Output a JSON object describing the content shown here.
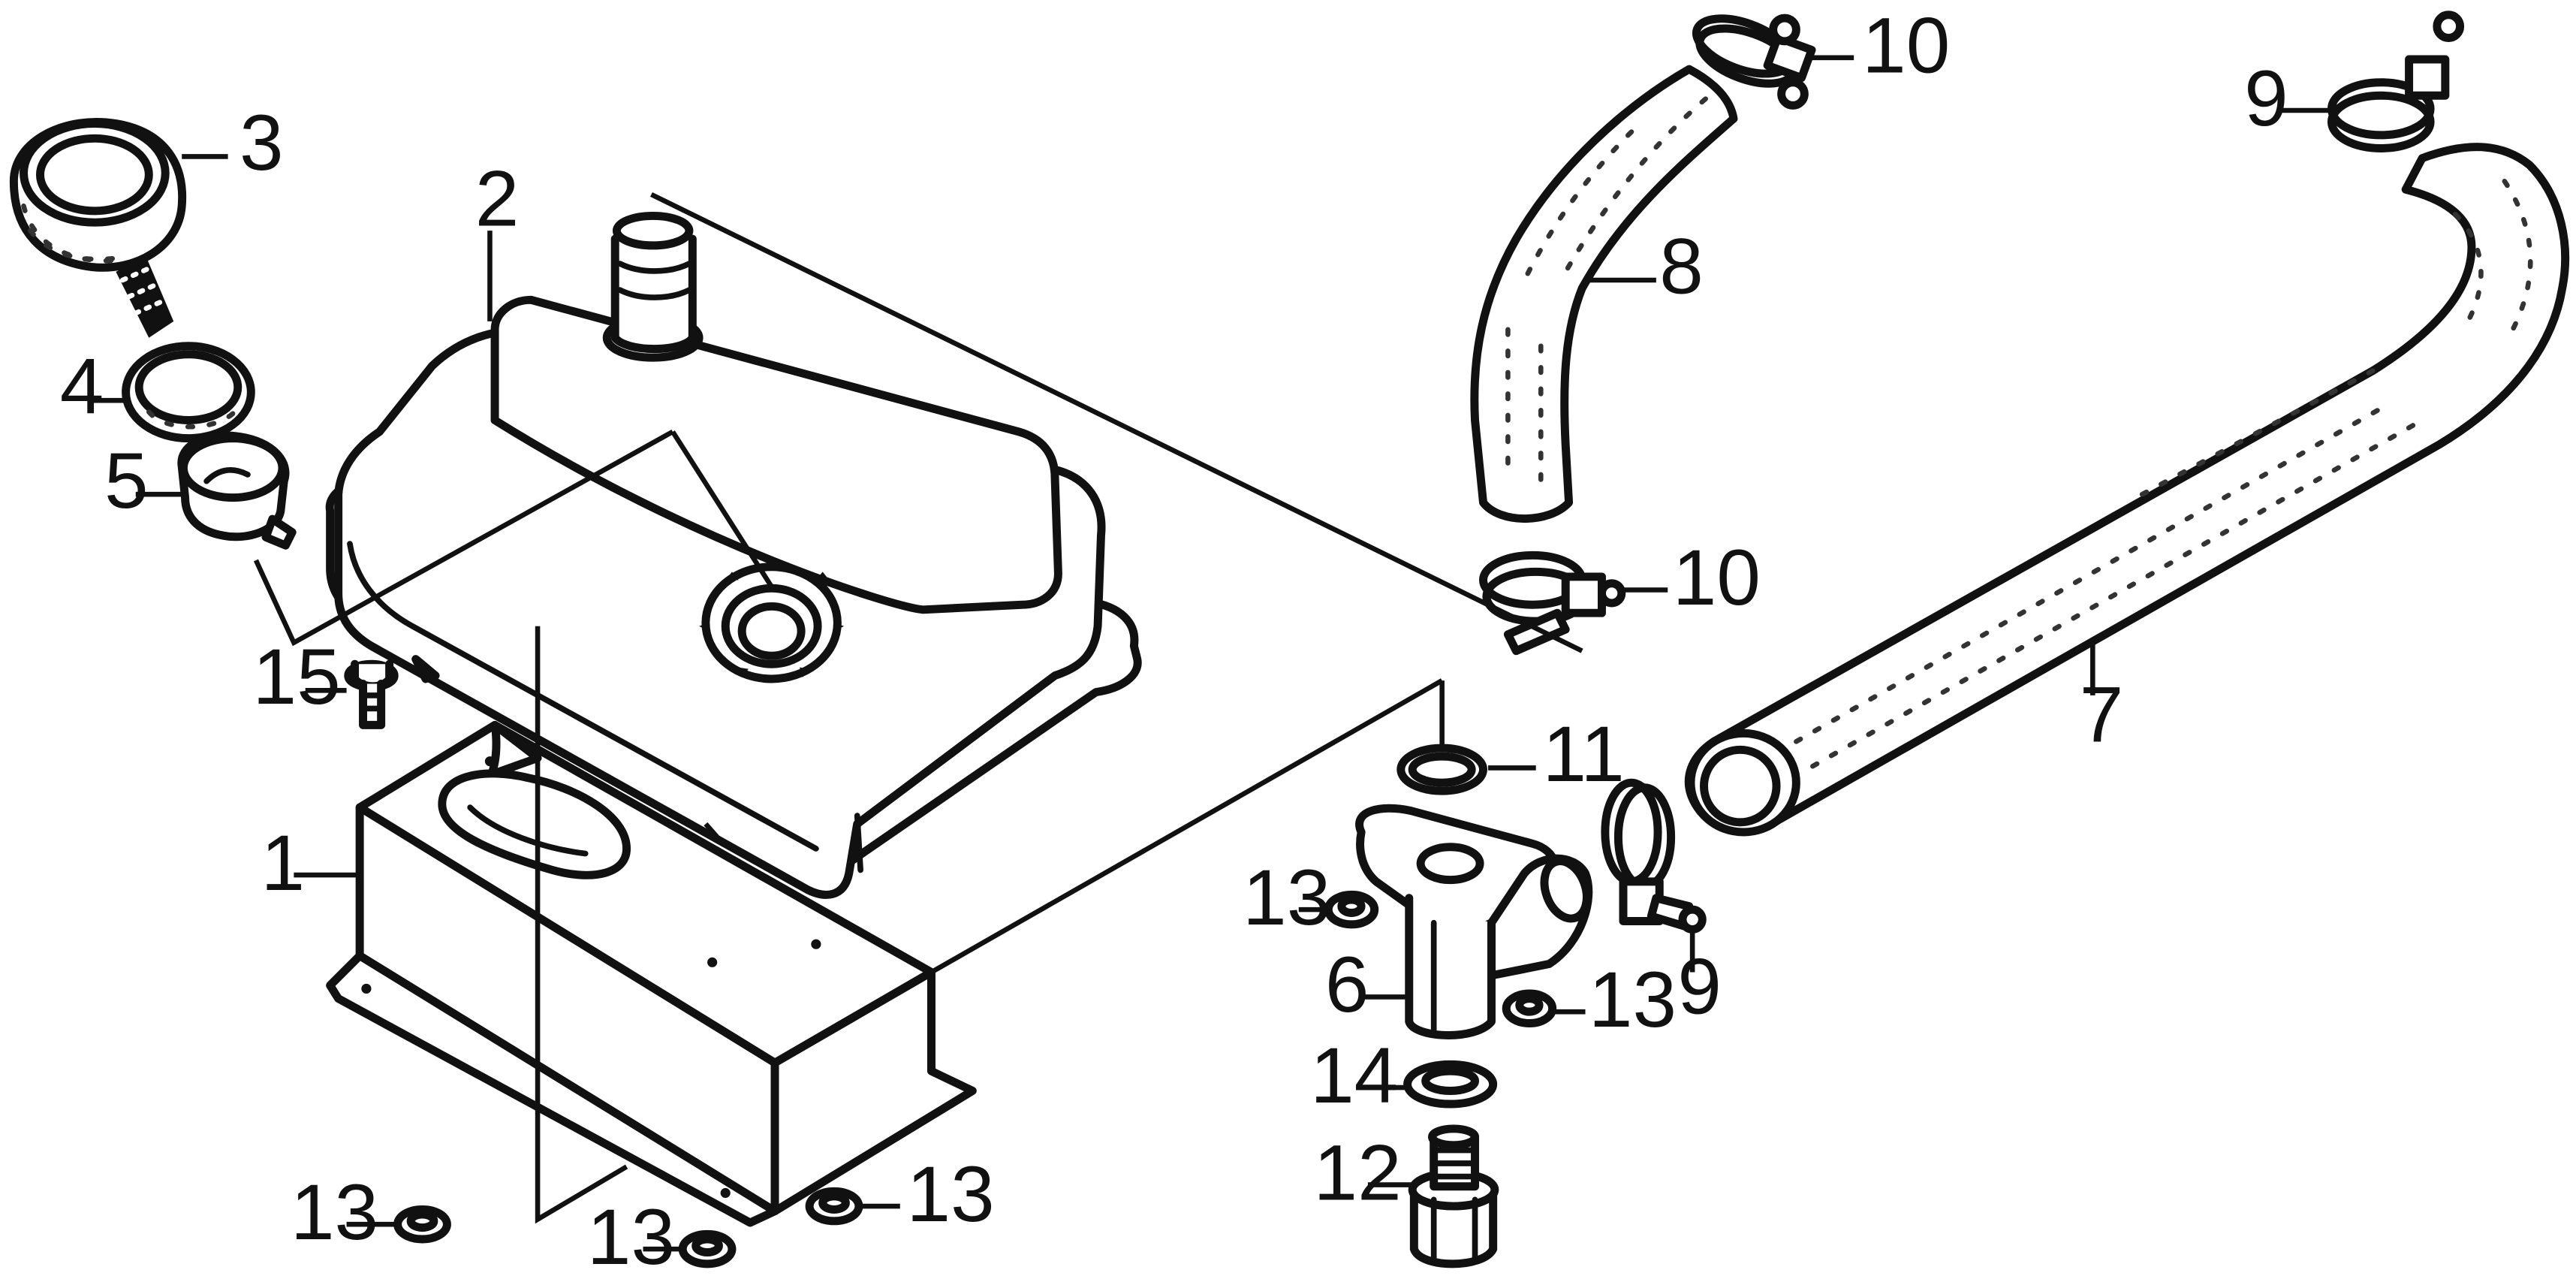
{
  "diagram": {
    "callouts": {
      "c1": "1",
      "c2": "2",
      "c3": "3",
      "c4": "4",
      "c5": "5",
      "c6": "6",
      "c7": "7",
      "c8": "8",
      "c9a": "9",
      "c9b": "9",
      "c10a": "10",
      "c10b": "10",
      "c11": "11",
      "c12": "12",
      "c13a": "13",
      "c13b": "13",
      "c13c": "13",
      "c13d": "13",
      "c13e": "13",
      "c14": "14",
      "c15": "15"
    }
  }
}
